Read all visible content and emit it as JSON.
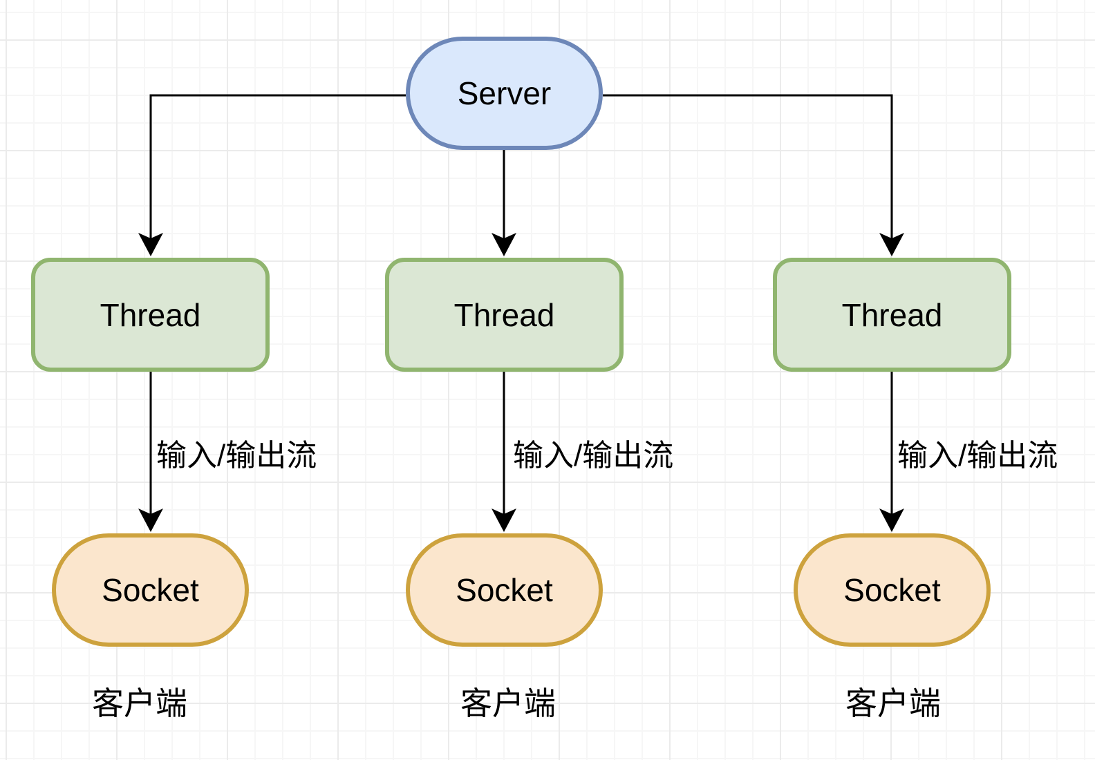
{
  "diagram": {
    "server": {
      "label": "Server",
      "shape": "pill"
    },
    "threads": [
      {
        "label": "Thread",
        "shape": "rounded-rect"
      },
      {
        "label": "Thread",
        "shape": "rounded-rect"
      },
      {
        "label": "Thread",
        "shape": "rounded-rect"
      }
    ],
    "sockets": [
      {
        "label": "Socket",
        "shape": "pill"
      },
      {
        "label": "Socket",
        "shape": "pill"
      },
      {
        "label": "Socket",
        "shape": "pill"
      }
    ],
    "edge_labels": [
      {
        "text": "输入/输出流"
      },
      {
        "text": "输入/输出流"
      },
      {
        "text": "输入/输出流"
      }
    ],
    "client_labels": [
      {
        "text": "客户端"
      },
      {
        "text": "客户端"
      },
      {
        "text": "客户端"
      }
    ],
    "colors": {
      "server_fill": "#dae8fc",
      "server_stroke": "#6d87b8",
      "thread_fill": "#dbe7d4",
      "thread_stroke": "#90b56f",
      "socket_fill": "#fbe6cd",
      "socket_stroke": "#cda23d",
      "connector": "#000000",
      "text": "#000000",
      "background": "#ffffff",
      "grid_minor": "#f6f6f6",
      "grid_major": "#ebebeb"
    }
  }
}
